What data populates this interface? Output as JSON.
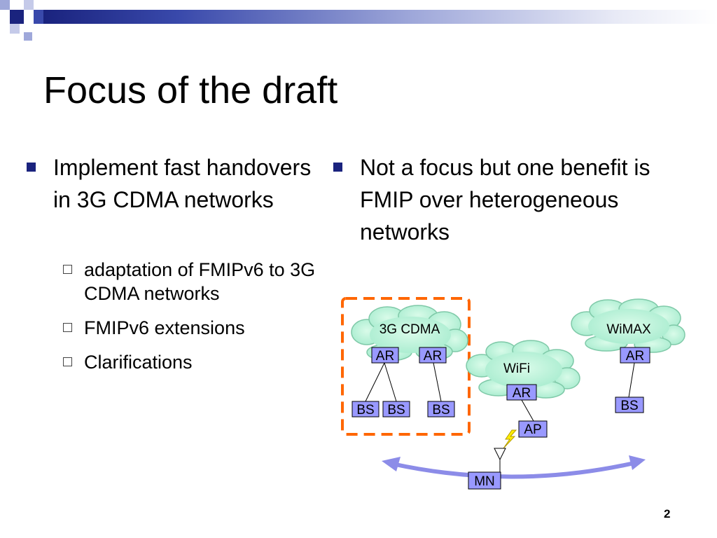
{
  "slide": {
    "title": "Focus of the draft",
    "page_number": "2"
  },
  "left": {
    "bullet": "Implement fast handovers in 3G CDMA networks",
    "subbullets": [
      "adaptation of FMIPv6 to 3G CDMA networks",
      "FMIPv6 extensions",
      "Clarifications"
    ]
  },
  "right": {
    "bullet": "Not a focus but one benefit is FMIP over heterogeneous networks"
  },
  "diagram": {
    "clouds": {
      "cdma": "3G CDMA",
      "wifi": "WiFi",
      "wimax": "WiMAX"
    },
    "nodes": {
      "cdma_ar1": "AR",
      "cdma_ar2": "AR",
      "bs1": "BS",
      "bs2": "BS",
      "bs3": "BS",
      "wifi_ar": "AR",
      "ap": "AP",
      "wimax_ar": "AR",
      "wimax_bs": "BS",
      "mn": "MN"
    },
    "colors": {
      "cloud": "#a8eccf",
      "node_fill": "#9999ff",
      "dashed_border": "#ff6600",
      "arrow": "#8c8ce8",
      "bullet": "#1a237e"
    }
  }
}
